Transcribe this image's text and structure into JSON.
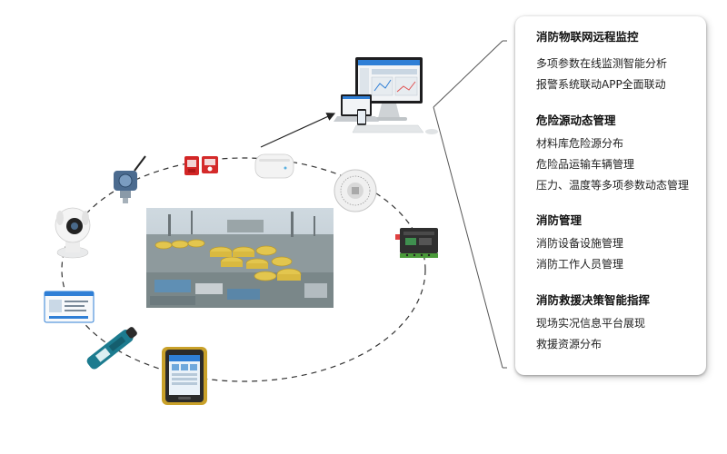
{
  "sections": [
    {
      "title": "消防物联网远程监控",
      "items": [
        "多项参数在线监测智能分析",
        "报警系统联动APP全面联动"
      ]
    },
    {
      "title": "危险源动态管理",
      "items": [
        "材料库危险源分布",
        "危险品运输车辆管理",
        "压力、温度等多项参数动态管理"
      ]
    },
    {
      "title": "消防管理",
      "items": [
        "消防设备设施管理",
        "消防工作人员管理"
      ]
    },
    {
      "title": "消防救援决策智能指挥",
      "items": [
        "现场实况信息平台展现",
        "救援资源分布"
      ]
    }
  ],
  "colors": {
    "accent": "#2f7fd6",
    "dash": "#333333",
    "bracket": "#555555"
  },
  "icons": [
    "monitor-device-icon",
    "ip-camera-icon",
    "pressure-transmitter-icon",
    "alarm-button-icon",
    "smoke-detector-icon",
    "sound-light-alarm-icon",
    "iot-controller-icon",
    "id-card-icon",
    "gas-detector-icon",
    "rugged-phone-icon",
    "industrial-site-photo"
  ]
}
